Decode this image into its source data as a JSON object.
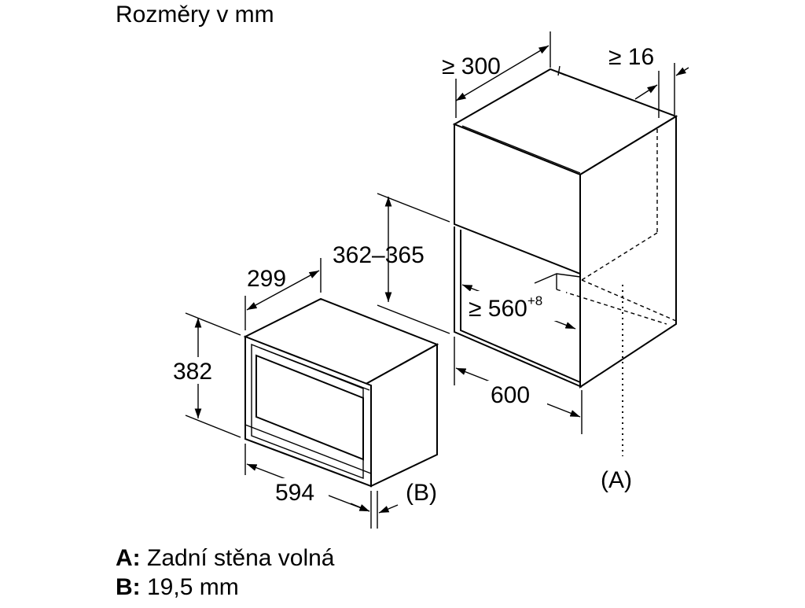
{
  "title": "Rozměry v mm",
  "dimensions": {
    "niche_depth": "≥ 300",
    "clearance": "≥ 16",
    "niche_height": "362–365",
    "appliance_depth": "299",
    "niche_width_base": "≥ 560",
    "niche_width_sup": "+8",
    "appliance_height": "382",
    "niche_width_outer": "600",
    "appliance_width": "594",
    "marker_b": "(B)",
    "marker_a": "(A)"
  },
  "legend": [
    {
      "key": "A:",
      "text": "Zadní stěna volná"
    },
    {
      "key": "B:",
      "text": "19,5 mm"
    }
  ]
}
